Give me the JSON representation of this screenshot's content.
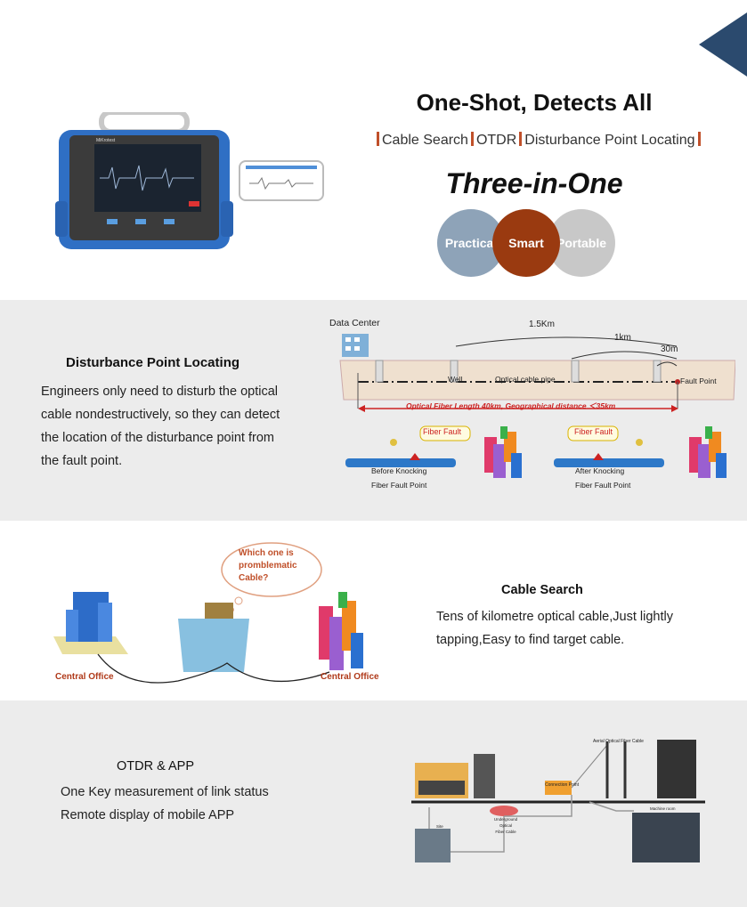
{
  "hero": {
    "title": "One-Shot, Detects All",
    "features": [
      "Cable Search",
      "OTDR",
      "Disturbance Point Locating"
    ],
    "tagline": "Three-in-One",
    "circles": [
      "Practical",
      "Smart",
      "Portable"
    ],
    "device_brand": "MiKrotest"
  },
  "disturbance": {
    "heading": "Disturbance Point Locating",
    "body_lines": [
      "Engineers only need to disturb the optical",
      "cable nondestructively, so they can detect",
      "the location of the disturbance point from",
      "the fault point."
    ],
    "diagram": {
      "data_center": "Data Center",
      "dist_1": "1.5Km",
      "dist_2": "1km",
      "dist_3": "30m",
      "well": "Well",
      "pipe": "Optical cable pipe",
      "fault_point": "Fault Point",
      "length_note": "Optical Fiber Length 40km,  Geographical distance ＜35km",
      "fiber_fault": "Fiber Fault",
      "before_1": "Before Knocking",
      "before_2": "Fiber Fault Point",
      "after_1": "After Knocking",
      "after_2": "Fiber Fault Point"
    }
  },
  "cable_search": {
    "heading": "Cable Search",
    "body_lines": [
      "Tens of kilometre optical cable,Just lightly",
      "tapping,Easy to find target cable."
    ],
    "bubble_lines": [
      "Which one is",
      "promblematic",
      "Cable?"
    ],
    "office_left": "Central Office",
    "office_right": "Central Office"
  },
  "otdr": {
    "heading": "OTDR &  APP",
    "body_lines": [
      "One Key measurement of link status",
      "Remote display of mobile APP"
    ],
    "diagram": {
      "aerial": "Aerial Optical Fiber Cable",
      "connection": "Connection Point",
      "underground_1": "Underground",
      "underground_2": "Optical",
      "underground_3": "Fiber Cable",
      "site": "Site",
      "machine_room": "Machine room"
    }
  },
  "colors": {
    "accent_orange": "#c0502a",
    "navy": "#2b4a6e",
    "circle_blue": "#8ea3b8",
    "circle_brown": "#9a3a10",
    "circle_grey": "#c8c8c8",
    "section_grey": "#ececec",
    "office_red": "#b03a1a"
  }
}
